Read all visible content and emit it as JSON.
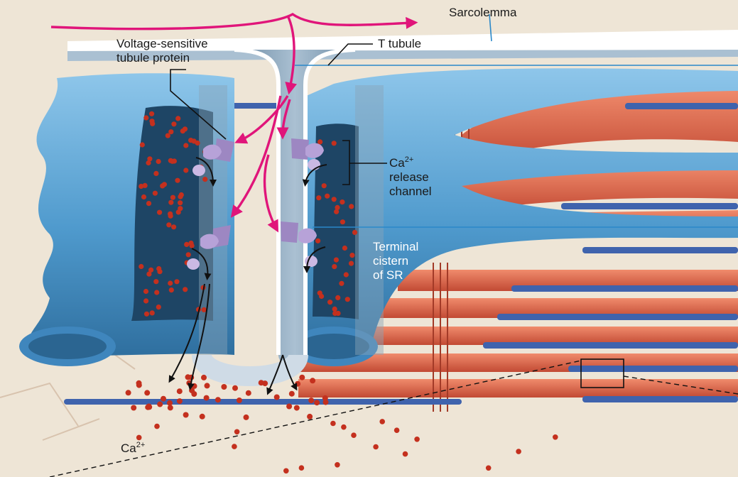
{
  "labels": {
    "sarcolemma": "Sarcolemma",
    "t_tubule": "T tubule",
    "voltage_sensor_line1": "Voltage-sensitive",
    "voltage_sensor_line2": "tubule protein",
    "ca_release_base": "Ca",
    "ca_release_charge": "2+",
    "ca_release_line2": "release",
    "ca_release_line3": "channel",
    "terminal_line1": "Terminal",
    "terminal_line2": "cistern",
    "terminal_line3": "of SR",
    "ca_ion_base": "Ca",
    "ca_ion_charge": "2+"
  },
  "colors": {
    "background": "#eee5d6",
    "sr_membrane": "#5aa5d6",
    "sr_lumen": "#1e4565",
    "calcium": "#c4301e",
    "myofibril": "#e06a4e",
    "thick_filament": "#3f63ad",
    "action_potential_arrow": "#e0157a",
    "receptor_protein": "#9d87c2"
  }
}
